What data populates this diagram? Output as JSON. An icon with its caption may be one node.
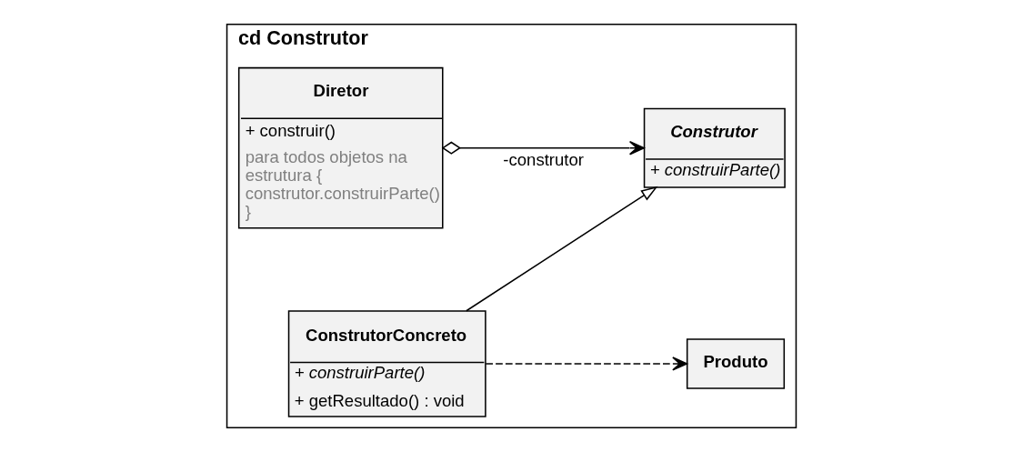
{
  "diagram": {
    "nodes": [
      {
        "text": [
          "cd Construtor"
        ]
      },
      {
        "text": [
          "Diretor",
          "+ construir()",
          "para todos objetos na estrutura { construtor.construirParte() }"
        ],
        "in": 0
      },
      {
        "text": [
          "Construtor",
          "+ construirParte()"
        ],
        "in": 0
      },
      {
        "text": [
          "ConstrutorConcreto",
          "+ construirParte()",
          "+ getResultado() : void"
        ],
        "in": 0
      },
      {
        "text": [
          "Produto"
        ],
        "in": 0
      }
    ],
    "edges": [
      {
        "from": 1,
        "to": 2,
        "arrow": "to",
        "label": "-construtor"
      },
      {
        "from": 3,
        "to": 2,
        "arrow": "to"
      },
      {
        "from": 3,
        "to": 4,
        "arrow": "to",
        "style": "dashed"
      }
    ]
  }
}
